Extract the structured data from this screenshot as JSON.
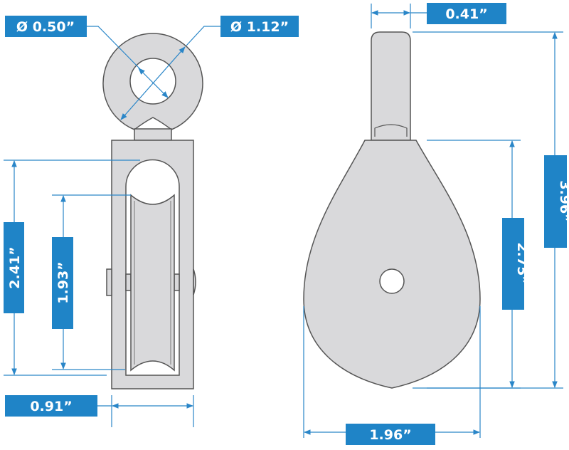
{
  "title": "Single sheave swivel eye pulley block dimensions",
  "colors": {
    "accent": "#1f84c7",
    "part": "#d9d9db",
    "outline": "#555555"
  },
  "views": {
    "front": {
      "dimensions": {
        "inner_eye_diameter": "Ø 0.50”",
        "outer_eye_diameter": "Ø 1.12”",
        "slot_height": "2.41”",
        "sheave_height": "1.93”",
        "body_width": "0.91”"
      }
    },
    "side": {
      "dimensions": {
        "shank_width": "0.41”",
        "overall_height": "3.96”",
        "cheek_height": "2.75”",
        "cheek_width": "1.96”"
      }
    }
  }
}
